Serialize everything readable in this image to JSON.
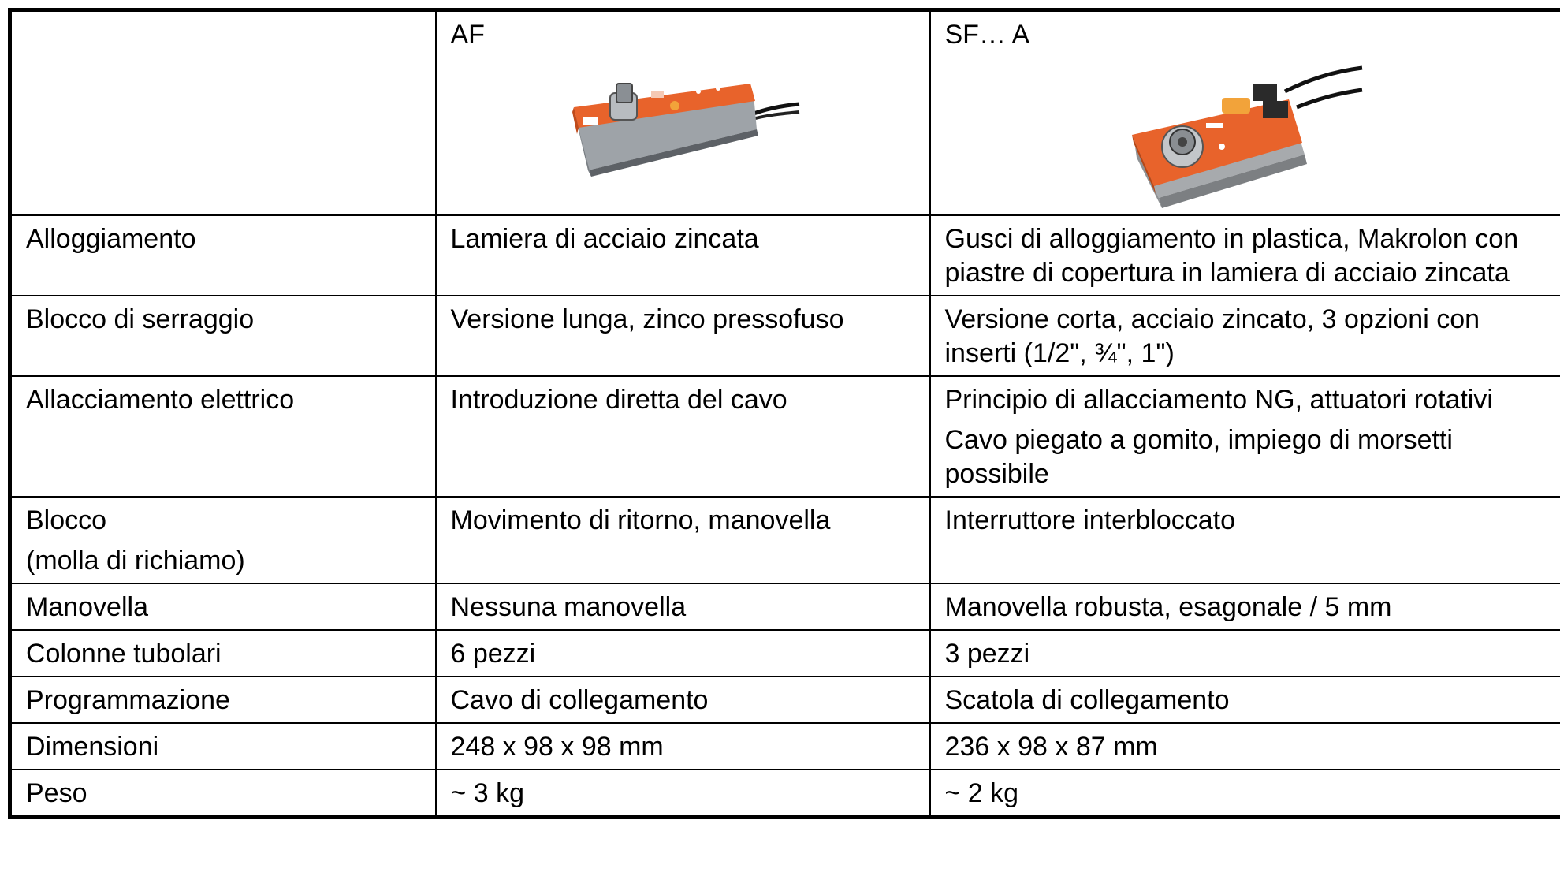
{
  "header": {
    "col_af": "AF",
    "col_sf": "SF… A",
    "accent_color": "#e8632b"
  },
  "rows": [
    {
      "label": [
        "Alloggiamento"
      ],
      "af": [
        "Lamiera di acciaio zincata"
      ],
      "sf": [
        "Gusci di alloggiamento in plastica, Makrolon con piastre di copertura in lamiera di acciaio zincata"
      ]
    },
    {
      "label": [
        "Blocco di serraggio"
      ],
      "af": [
        "Versione lunga, zinco pressofuso"
      ],
      "sf": [
        "Versione corta, acciaio zincato, 3 opzioni con inserti (1/2\", ¾\", 1\")"
      ]
    },
    {
      "label": [
        "Allacciamento elettrico"
      ],
      "af": [
        "Introduzione diretta del cavo"
      ],
      "sf": [
        "Principio di allacciamento NG, attuatori rotativi",
        "Cavo piegato a gomito, impiego di morsetti possibile"
      ]
    },
    {
      "label": [
        "Blocco",
        "(molla di richiamo)"
      ],
      "af": [
        "Movimento di ritorno, manovella"
      ],
      "sf": [
        "Interruttore interbloccato"
      ]
    },
    {
      "label": [
        "Manovella"
      ],
      "af": [
        "Nessuna manovella"
      ],
      "sf": [
        "Manovella robusta, esagonale / 5 mm"
      ]
    },
    {
      "label": [
        "Colonne tubolari"
      ],
      "af": [
        "6 pezzi"
      ],
      "sf": [
        "3 pezzi"
      ]
    },
    {
      "label": [
        "Programmazione"
      ],
      "af": [
        "Cavo di collegamento"
      ],
      "sf": [
        "Scatola di collegamento"
      ]
    },
    {
      "label": [
        "Dimensioni"
      ],
      "af": [
        "248 x 98 x 98 mm"
      ],
      "sf": [
        "236 x 98 x 87 mm"
      ]
    },
    {
      "label": [
        "Peso"
      ],
      "af": [
        "~ 3 kg"
      ],
      "sf": [
        "~ 2 kg"
      ]
    }
  ]
}
